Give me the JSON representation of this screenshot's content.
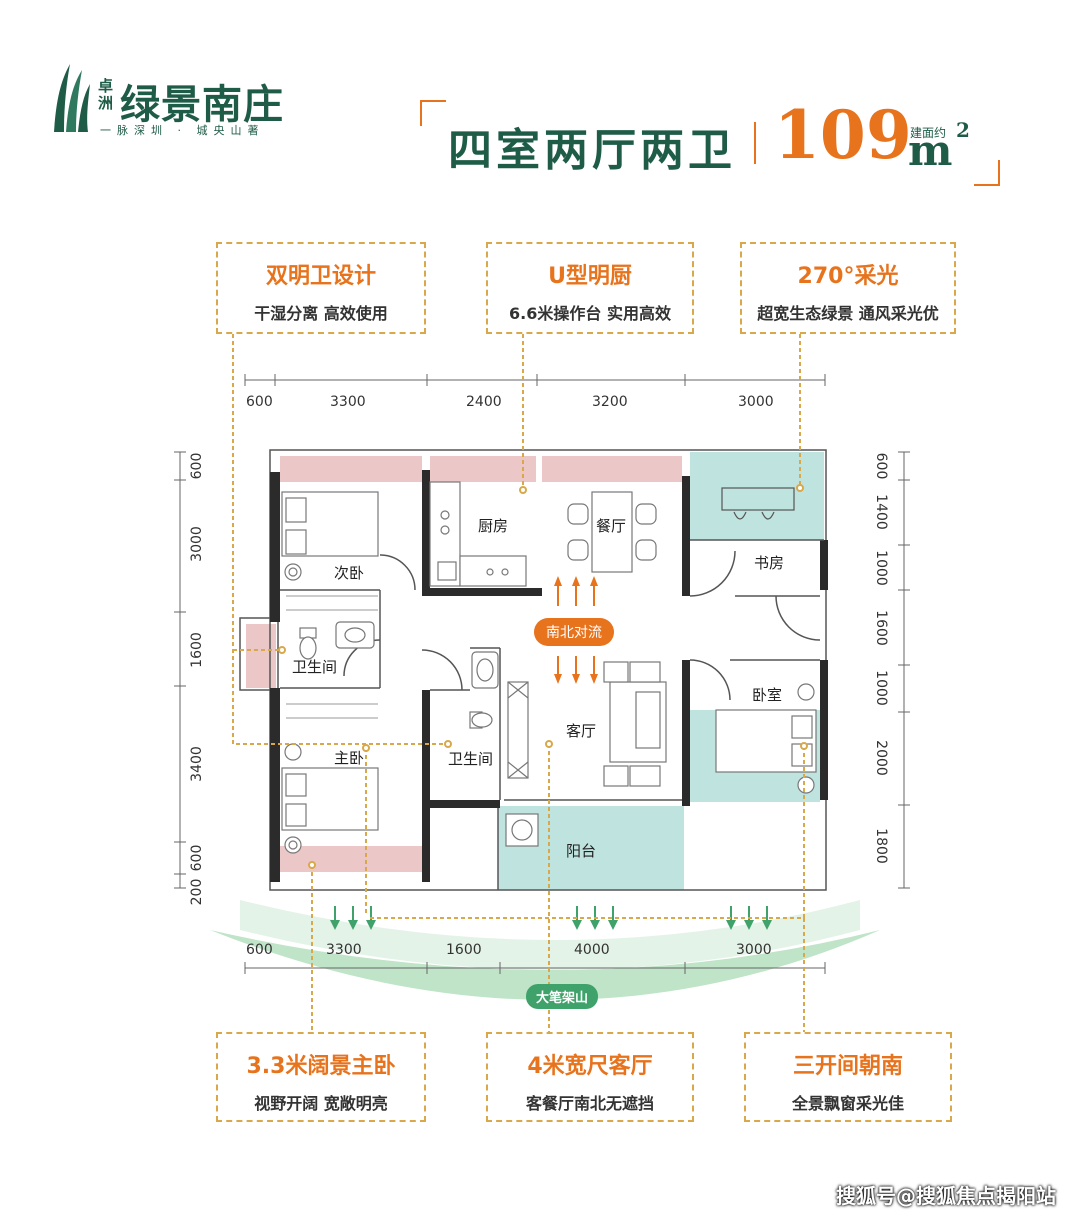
{
  "logo": {
    "small": "卓洲",
    "name": "绿景南庄",
    "slogan": "一脉深圳 · 城央山著"
  },
  "header": {
    "title": "四室两厅两卫",
    "area_number": "109",
    "area_prefix": "建面约",
    "area_unit": "m",
    "area_sup": "2"
  },
  "features_top": [
    {
      "title": "双明卫设计",
      "subtitle": "干湿分离 高效使用"
    },
    {
      "title": "U型明厨",
      "subtitle": "6.6米操作台 实用高效"
    },
    {
      "title": "270°采光",
      "subtitle": "超宽生态绿景 通风采光优"
    }
  ],
  "features_bottom": [
    {
      "title": "3.3米阔景主卧",
      "subtitle": "视野开阔 宽敞明亮"
    },
    {
      "title": "4米宽尺客厅",
      "subtitle": "客餐厅南北无遮挡"
    },
    {
      "title": "三开间朝南",
      "subtitle": "全景飘窗采光佳"
    }
  ],
  "dims": {
    "top": [
      "600",
      "3300",
      "2400",
      "3200",
      "3000"
    ],
    "bottom": [
      "600",
      "3300",
      "1600",
      "4000",
      "3000"
    ],
    "left": [
      "600",
      "3000",
      "1600",
      "3400",
      "600",
      "200"
    ],
    "right": [
      "600",
      "1400",
      "1000",
      "1600",
      "1000",
      "2000",
      "1800"
    ]
  },
  "rooms": {
    "second_bedroom": "次卧",
    "kitchen": "厨房",
    "dining": "餐厅",
    "study": "书房",
    "bath1": "卫生间",
    "bath2": "卫生间",
    "master": "主卧",
    "living": "客厅",
    "bedroom": "卧室",
    "balcony": "阳台"
  },
  "labels": {
    "airflow": "南北对流",
    "mountain": "大笔架山"
  },
  "watermark": "搜狐号@搜狐焦点揭阳站",
  "colors": {
    "brand_green": "#1f5c47",
    "accent_orange": "#e8731d",
    "dash_gold": "#d9a84a",
    "balcony_teal": "#bfe3df",
    "window_pink": "#ecc7c7"
  }
}
